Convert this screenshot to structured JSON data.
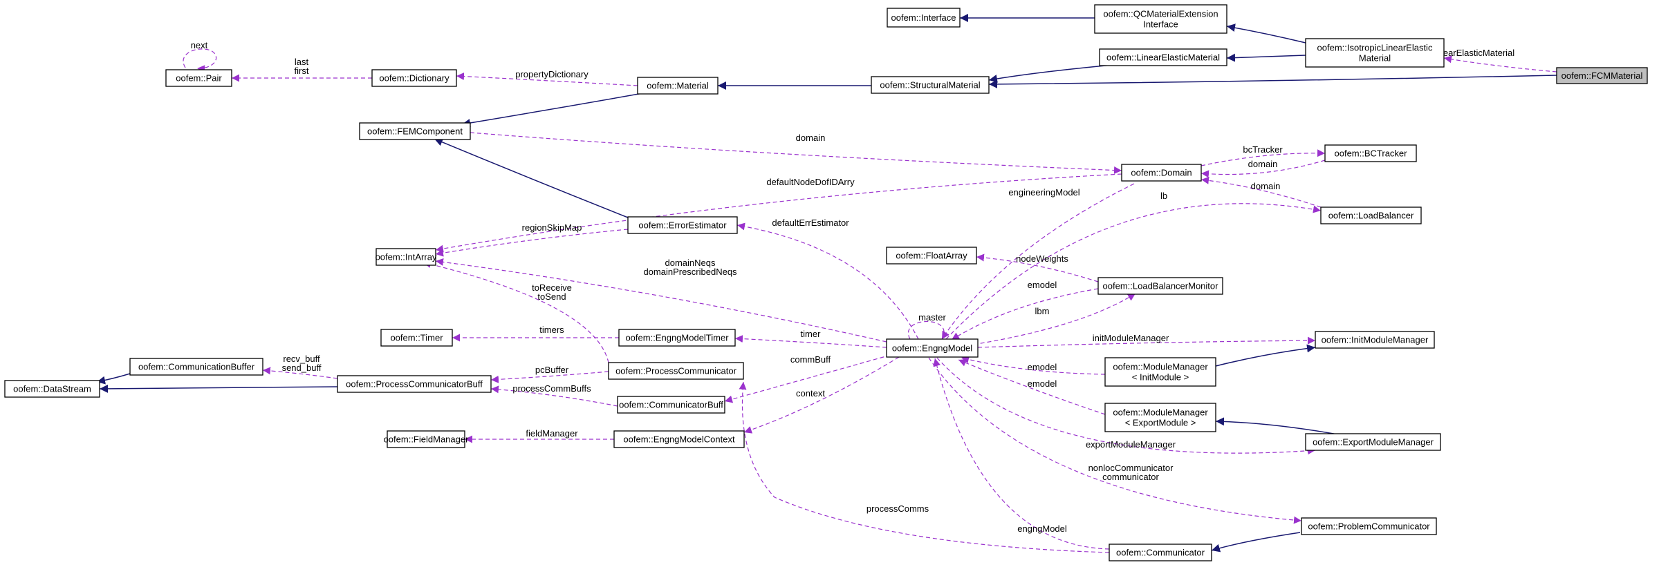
{
  "colors": {
    "inheritance": "#191970",
    "usage": "#9a32cd",
    "focus_fill": "#bfbfbf"
  },
  "nodes": [
    {
      "id": "interface",
      "lines": [
        "oofem::Interface"
      ]
    },
    {
      "id": "qcext",
      "lines": [
        "oofem::QCMaterialExtension",
        "Interface"
      ]
    },
    {
      "id": "isolin",
      "lines": [
        "oofem::IsotropicLinearElastic",
        "Material"
      ]
    },
    {
      "id": "fcm",
      "lines": [
        "oofem::FCMMaterial"
      ],
      "focus": true
    },
    {
      "id": "pair",
      "lines": [
        "oofem::Pair"
      ]
    },
    {
      "id": "dictionary",
      "lines": [
        "oofem::Dictionary"
      ]
    },
    {
      "id": "material",
      "lines": [
        "oofem::Material"
      ]
    },
    {
      "id": "linelastic",
      "lines": [
        "oofem::LinearElasticMaterial"
      ]
    },
    {
      "id": "structmat",
      "lines": [
        "oofem::StructuralMaterial"
      ]
    },
    {
      "id": "femcomp",
      "lines": [
        "oofem::FEMComponent"
      ]
    },
    {
      "id": "domain",
      "lines": [
        "oofem::Domain"
      ]
    },
    {
      "id": "bctracker",
      "lines": [
        "oofem::BCTracker"
      ]
    },
    {
      "id": "loadbal",
      "lines": [
        "oofem::LoadBalancer"
      ]
    },
    {
      "id": "errest",
      "lines": [
        "oofem::ErrorEstimator"
      ]
    },
    {
      "id": "intarray",
      "lines": [
        "oofem::IntArray"
      ]
    },
    {
      "id": "floatarray",
      "lines": [
        "oofem::FloatArray"
      ]
    },
    {
      "id": "lbmonitor",
      "lines": [
        "oofem::LoadBalancerMonitor"
      ]
    },
    {
      "id": "timer",
      "lines": [
        "oofem::Timer"
      ]
    },
    {
      "id": "emtimer",
      "lines": [
        "oofem::EngngModelTimer"
      ]
    },
    {
      "id": "engng",
      "lines": [
        "oofem::EngngModel"
      ]
    },
    {
      "id": "initmm",
      "lines": [
        "oofem::InitModuleManager"
      ]
    },
    {
      "id": "commbuffer",
      "lines": [
        "oofem::CommunicationBuffer"
      ]
    },
    {
      "id": "datastream",
      "lines": [
        "oofem::DataStream"
      ]
    },
    {
      "id": "pcbuff",
      "lines": [
        "oofem::ProcessCommunicatorBuff"
      ]
    },
    {
      "id": "proccomm",
      "lines": [
        "oofem::ProcessCommunicator"
      ]
    },
    {
      "id": "mminit",
      "lines": [
        "oofem::ModuleManager",
        "< InitModule >"
      ]
    },
    {
      "id": "commbuff",
      "lines": [
        "oofem::CommunicatorBuff"
      ]
    },
    {
      "id": "mmexport",
      "lines": [
        "oofem::ModuleManager",
        "< ExportModule >"
      ]
    },
    {
      "id": "fieldmgr",
      "lines": [
        "oofem::FieldManager"
      ]
    },
    {
      "id": "emcontext",
      "lines": [
        "oofem::EngngModelContext"
      ]
    },
    {
      "id": "exportmm",
      "lines": [
        "oofem::ExportModuleManager"
      ]
    },
    {
      "id": "probcomm",
      "lines": [
        "oofem::ProblemCommunicator"
      ]
    },
    {
      "id": "communicator",
      "lines": [
        "oofem::Communicator"
      ]
    }
  ],
  "edge_labels": [
    {
      "id": "lbl-linear-elastic-material",
      "lines": [
        "linearElasticMaterial"
      ]
    },
    {
      "id": "lbl-next",
      "lines": [
        "next"
      ]
    },
    {
      "id": "lbl-last-first",
      "lines": [
        "last",
        "first"
      ]
    },
    {
      "id": "lbl-property-dictionary",
      "lines": [
        "propertyDictionary"
      ]
    },
    {
      "id": "lbl-domain-femcomp",
      "lines": [
        "domain"
      ]
    },
    {
      "id": "lbl-bc-tracker",
      "lines": [
        "bcTracker"
      ]
    },
    {
      "id": "lbl-domain-bctracker",
      "lines": [
        "domain"
      ]
    },
    {
      "id": "lbl-domain-loadbalancer",
      "lines": [
        "domain"
      ]
    },
    {
      "id": "lbl-default-node-dof-id-arry",
      "lines": [
        "defaultNodeDofIDArry"
      ]
    },
    {
      "id": "lbl-engineering-model",
      "lines": [
        "engineeringModel"
      ]
    },
    {
      "id": "lbl-lb",
      "lines": [
        "lb"
      ]
    },
    {
      "id": "lbl-region-skip-map",
      "lines": [
        "regionSkipMap"
      ]
    },
    {
      "id": "lbl-default-err-estimator",
      "lines": [
        "defaultErrEstimator"
      ]
    },
    {
      "id": "lbl-node-weights",
      "lines": [
        "nodeWeights"
      ]
    },
    {
      "id": "lbl-domain-neqs",
      "lines": [
        "domainNeqs",
        "domainPrescribedNeqs"
      ]
    },
    {
      "id": "lbl-emodel-lbmonitor",
      "lines": [
        "emodel"
      ]
    },
    {
      "id": "lbl-to-receive-send",
      "lines": [
        "toReceive",
        "toSend"
      ]
    },
    {
      "id": "lbl-lbm",
      "lines": [
        "lbm"
      ]
    },
    {
      "id": "lbl-master",
      "lines": [
        "master"
      ]
    },
    {
      "id": "lbl-timers",
      "lines": [
        "timers"
      ]
    },
    {
      "id": "lbl-timer",
      "lines": [
        "timer"
      ]
    },
    {
      "id": "lbl-init-module-manager",
      "lines": [
        "initModuleManager"
      ]
    },
    {
      "id": "lbl-recv-send-buff",
      "lines": [
        "recv_buff",
        "send_buff"
      ]
    },
    {
      "id": "lbl-pc-buffer",
      "lines": [
        "pcBuffer"
      ]
    },
    {
      "id": "lbl-comm-buff",
      "lines": [
        "commBuff"
      ]
    },
    {
      "id": "lbl-emodel-mminit",
      "lines": [
        "emodel"
      ]
    },
    {
      "id": "lbl-emodel-mmexport",
      "lines": [
        "emodel"
      ]
    },
    {
      "id": "lbl-process-comm-buffs",
      "lines": [
        "processCommBuffs"
      ]
    },
    {
      "id": "lbl-context",
      "lines": [
        "context"
      ]
    },
    {
      "id": "lbl-field-manager",
      "lines": [
        "fieldManager"
      ]
    },
    {
      "id": "lbl-export-module-manager",
      "lines": [
        "exportModuleManager"
      ]
    },
    {
      "id": "lbl-nonloc-communicator",
      "lines": [
        "nonlocCommunicator",
        "communicator"
      ]
    },
    {
      "id": "lbl-process-comms",
      "lines": [
        "processComms"
      ]
    },
    {
      "id": "lbl-engng-model",
      "lines": [
        "engngModel"
      ]
    }
  ]
}
